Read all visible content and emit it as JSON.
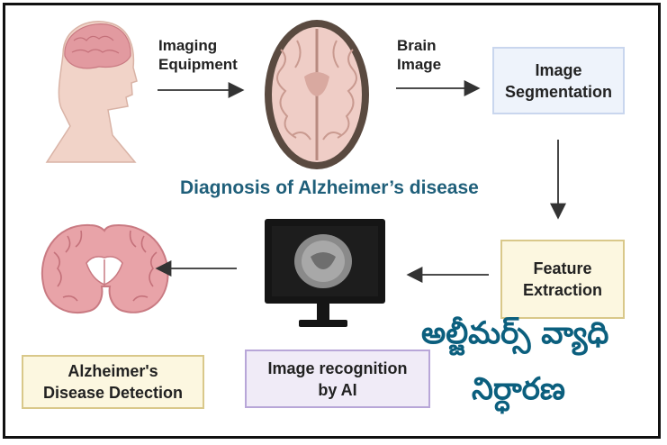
{
  "title": "Diagnosis of Alzheimer’s disease",
  "labels": {
    "imaging_line1": "Imaging",
    "imaging_line2": "Equipment",
    "brain_line1": "Brain",
    "brain_line2": "Image"
  },
  "boxes": {
    "segmentation": [
      "Image",
      "Segmentation"
    ],
    "feature": [
      "Feature",
      "Extraction"
    ],
    "ai": [
      "Image recognition",
      "by AI"
    ],
    "detection": [
      "Alzheimer's",
      "Disease Detection"
    ]
  },
  "telugu_caption": [
    "అల్జీమర్స్ వ్యాధి",
    "నిర్ధారణ"
  ],
  "icons": [
    "head-profile-icon",
    "brain-mri-slice-icon",
    "monitor-scan-icon",
    "coronal-brain-icon"
  ],
  "colors": {
    "title": "#1f5f7a",
    "telugu": "#0b5f7e",
    "seg_fill": "#eef3fb",
    "feature_fill": "#fcf7e0",
    "ai_fill": "#f0ebf7",
    "detection_fill": "#fcf7e0",
    "brain_pink": "#e8a3a8"
  }
}
